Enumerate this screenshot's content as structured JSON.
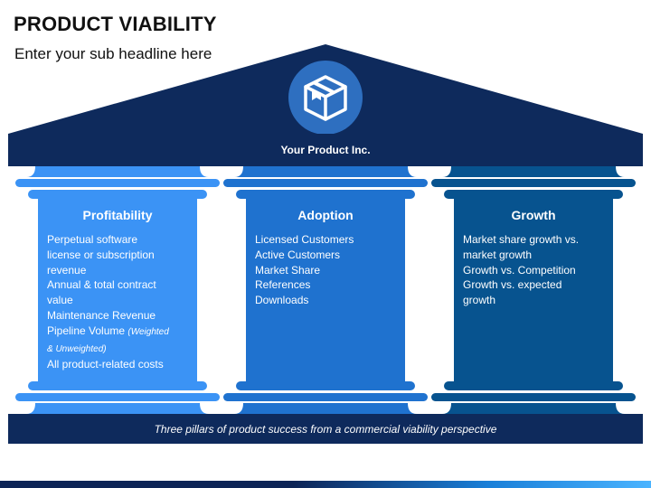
{
  "title": "PRODUCT VIABILITY",
  "subtitle": "Enter your sub headline here",
  "logo_icon": "box-icon",
  "beam_label": "Your Product Inc.",
  "base_caption": "Three pillars of product success from a commercial viability perspective",
  "colors": {
    "roof": "#0e2a5c",
    "pillar1": "#3b93f5",
    "pillar2": "#1f72cf",
    "pillar3": "#07538f",
    "logo_circle": "#2e6fc0"
  },
  "pillars": [
    {
      "title": "Profitability",
      "items": [
        {
          "text": "Perpetual software license or subscription revenue"
        },
        {
          "text": "Annual & total contract value"
        },
        {
          "text": "Maintenance Revenue"
        },
        {
          "text": "Pipeline Volume",
          "note": "(Weighted & Unweighted)"
        },
        {
          "text": "All product-related costs"
        }
      ]
    },
    {
      "title": "Adoption",
      "items": [
        {
          "text": "Licensed Customers"
        },
        {
          "text": "Active Customers"
        },
        {
          "text": "Market Share"
        },
        {
          "text": "References"
        },
        {
          "text": "Downloads"
        }
      ]
    },
    {
      "title": "Growth",
      "items": [
        {
          "text": "Market share growth vs. market growth"
        },
        {
          "text": "Growth vs. Competition"
        },
        {
          "text": "Growth vs. expected growth"
        }
      ]
    }
  ]
}
